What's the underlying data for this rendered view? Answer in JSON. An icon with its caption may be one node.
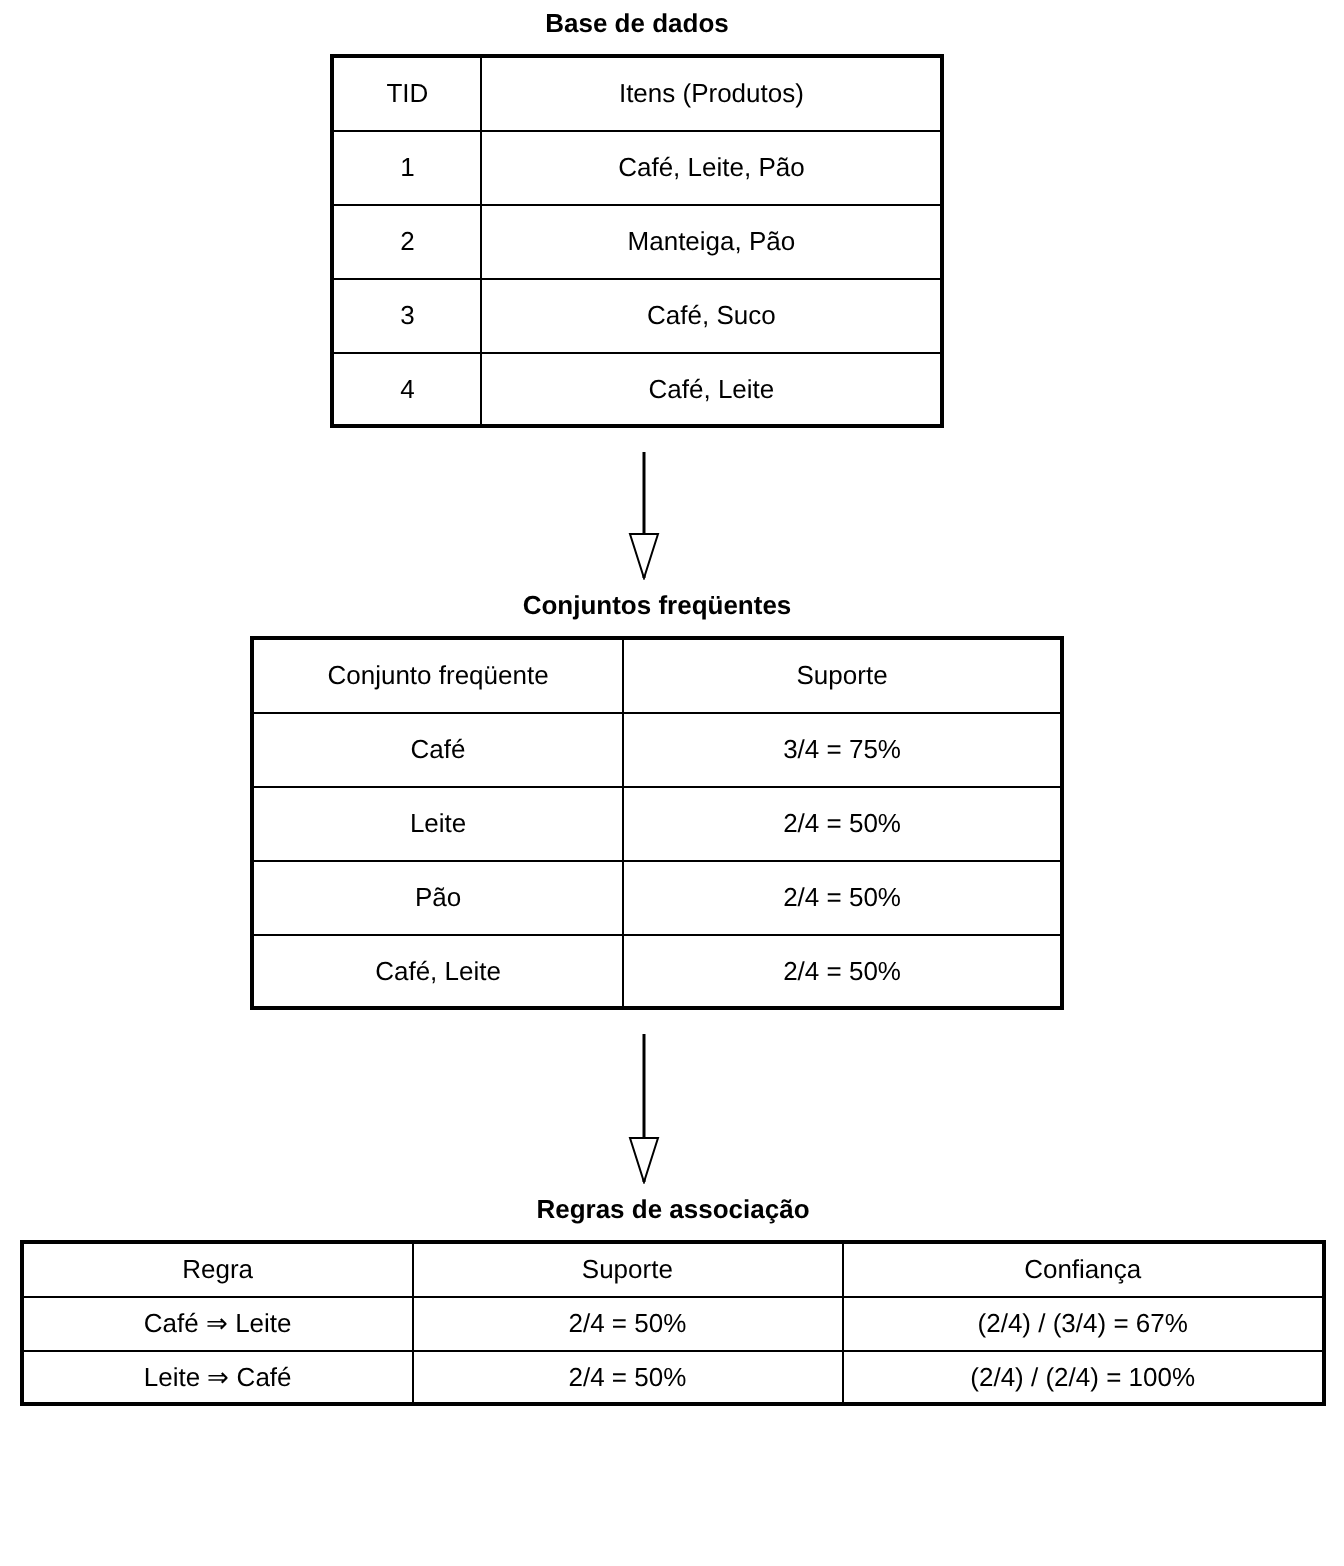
{
  "diagram": {
    "nodes": [
      {
        "text": [
          "Base de dados",
          "TID",
          "Itens (Produtos)",
          "1",
          "Café, Leite, Pão",
          "2",
          "Manteiga, Pão",
          "3",
          "Café, Suco",
          "4",
          "Café, Leite"
        ]
      },
      {
        "text": [
          "Conjuntos freqüentes",
          "Conjunto freqüente",
          "Suporte",
          "Café",
          "3/4 = 75%",
          "Leite",
          "2/4 = 50%",
          "Pão",
          "2/4 = 50%",
          "Café, Leite",
          "2/4 = 50%"
        ]
      },
      {
        "text": [
          "Regras de associação",
          "Regra",
          "Suporte",
          "Confiança",
          "Café ⇒ Leite",
          "2/4 = 50%",
          "(2/4) / (3/4) = 67%",
          "Leite ⇒ Café",
          "2/4 = 50%",
          "(2/4) / (2/4) = 100%"
        ]
      }
    ],
    "edges": [
      {
        "from": 0,
        "to": 1,
        "arrow": "to"
      },
      {
        "from": 1,
        "to": 2,
        "arrow": "to"
      }
    ]
  }
}
